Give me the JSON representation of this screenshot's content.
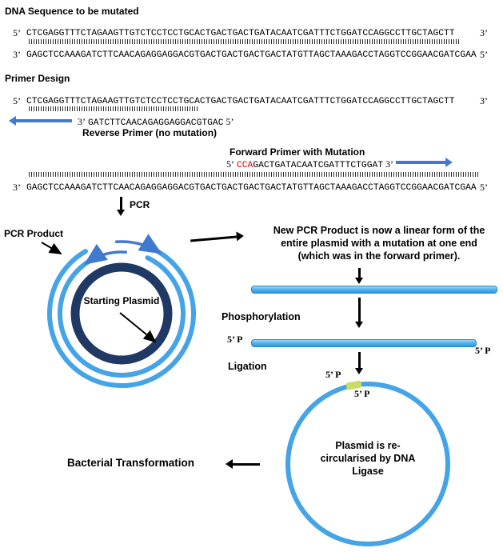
{
  "colors": {
    "arrow_blue": "#3f7ad0",
    "strand_light_blue": "#45a3e8",
    "plasmid_dark_blue": "#1f3864",
    "mutation_red": "#e00000",
    "ligation_site_green": "#c8dc66"
  },
  "header": {
    "title": "DNA Sequence  to be mutated"
  },
  "dna": {
    "top": {
      "l": "5’",
      "seq": "CTCGAGGTTTCTAGAAGTTGTCTCCTCCTGCACTGACTGACTGATACAATCGATTTCTGGATCCAGGCCTTGCTAGCTT",
      "r": "3’"
    },
    "bottom": {
      "l": "3’",
      "seq": "GAGCTCCAAAGATCTTCAACAGAGGAGGACGTGACTGACTGACTGACTATGTTAGCTAAAGACCTAGGTCCGGAACGATCGAA",
      "r": "5’"
    }
  },
  "primer_design": {
    "title": "Primer Design",
    "top": {
      "l": "5’",
      "seq": "CTCGAGGTTTCTAGAAGTTGTCTCCTCCTGCACTGACTGACTGATACAATCGATTTCTGGATCCAGGCCTTGCTAGCTT",
      "r": "3’"
    },
    "reverse_primer": {
      "l": "3’",
      "seq": "GATCTTCAACAGAGGAGGACGTGAC",
      "r": "5’",
      "caption": "Reverse Primer (no mutation)"
    },
    "forward_primer": {
      "caption": "Forward Primer with Mutation",
      "l": "5’",
      "mutation": "CCA",
      "seq": "GACTGATACAATCGATTTCTGGAT",
      "r": "3’"
    },
    "bottom": {
      "l": "3’",
      "seq": "GAGCTCCAAAGATCTTCAACAGAGGAGGACGTGACTGACTGACTGACTATGTTAGCTAAAGACCTAGGTCCGGAACGATCGAA",
      "r": "5’"
    }
  },
  "pcr": {
    "label": "PCR",
    "product_label": "PCR Product",
    "plasmid_label": "Starting Plasmid"
  },
  "linearization": {
    "note": "New PCR Product is now a linear form of the entire plasmid with a mutation at one end (which was in the forward primer).",
    "phosphorylation": "Phosphorylation",
    "five_p": "5’ P",
    "ligation": "Ligation"
  },
  "recircularization": {
    "label": "Plasmid is re-circularised by DNA Ligase",
    "transformation": "Bacterial Transformation"
  }
}
